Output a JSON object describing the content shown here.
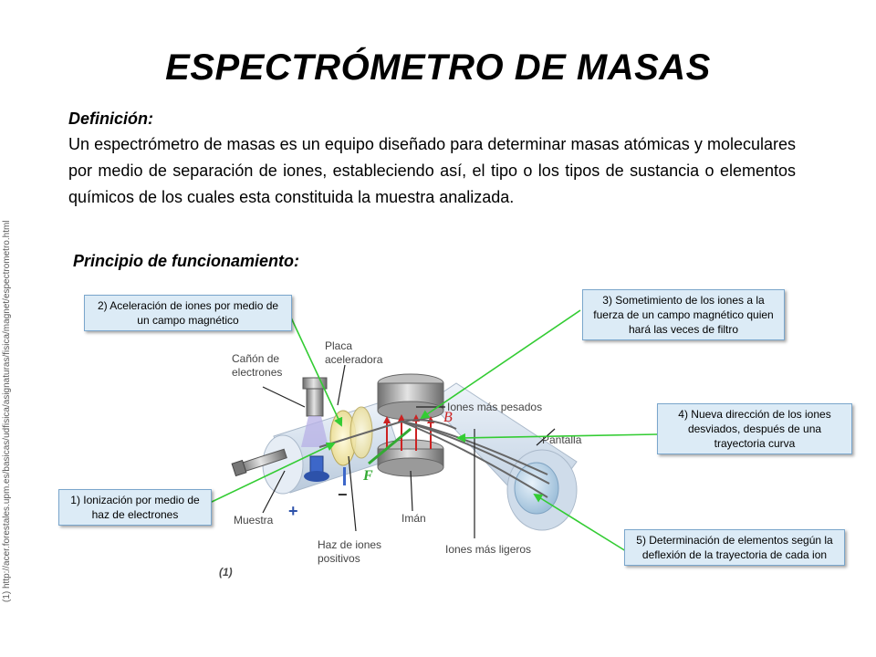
{
  "title": "ESPECTRÓMETRO DE MASAS",
  "side_reference": "(1)  http://acer.forestales.upm.es/basicas/udfisica/asignaturas/fisica/magnet/espectrometro.html",
  "definition": {
    "heading": "Definición:",
    "body": "Un espectrómetro de masas es un equipo diseñado para determinar masas atómicas y moleculares por medio de separación de iones, estableciendo así, el tipo o los tipos de sustancia o elementos químicos de los cuales esta constituida la muestra analizada."
  },
  "principle_heading": "Principio de funcionamiento:",
  "callouts": {
    "c1": "1) Ionización por medio de haz de electrones",
    "c2": "2) Aceleración de iones por medio de un campo magnético",
    "c3": "3) Sometimiento de los iones a la fuerza de un campo magnético quien hará las veces de filtro",
    "c4": "4) Nueva dirección de los iones desviados,  después de una trayectoria curva",
    "c5": "5) Determinación de elementos según la deflexión de la trayectoria de cada ion"
  },
  "figure_labels": {
    "canon_1": "Cañón de",
    "canon_2": "electrones",
    "placa_1": "Placa",
    "placa_2": "aceleradora",
    "pesados": "Iones más pesados",
    "pantalla": "Pantalla",
    "muestra": "Muestra",
    "haz_1": "Haz de iones",
    "haz_2": "positivos",
    "iman": "Imán",
    "ligeros": "Iones más ligeros",
    "plus": "+",
    "minus": "−",
    "b_vec": "B",
    "f_vec": "F"
  },
  "figure_ref": "(1)",
  "colors": {
    "callout_fill": "#dcebf6",
    "callout_border": "#7aa6cc",
    "pointer": "#33cc33",
    "field_arrow": "#cc2222",
    "tube": "#d6e2ee"
  }
}
